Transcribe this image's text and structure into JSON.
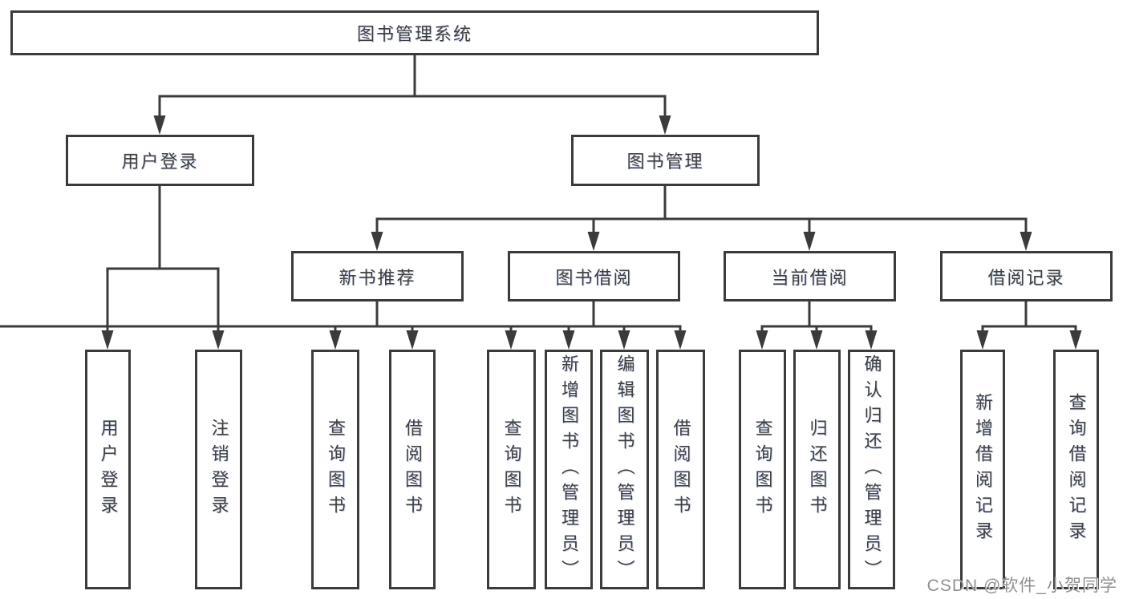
{
  "diagram": {
    "title": "图书管理系统",
    "root": {
      "label": "图书管理系统"
    },
    "level2": [
      {
        "id": "user-login",
        "label": "用户登录"
      },
      {
        "id": "book-management",
        "label": "图书管理"
      }
    ],
    "level3": [
      {
        "id": "new-book-recommend",
        "parent": "图书管理",
        "label": "新书推荐"
      },
      {
        "id": "book-borrow",
        "parent": "图书管理",
        "label": "图书借阅"
      },
      {
        "id": "current-borrow",
        "parent": "图书管理",
        "label": "当前借阅"
      },
      {
        "id": "borrow-records",
        "parent": "图书管理",
        "label": "借阅记录"
      }
    ],
    "leaves": [
      {
        "parent": "用户登录",
        "label": "用户登录"
      },
      {
        "parent": "用户登录",
        "label": "注销登录"
      },
      {
        "parent": "新书推荐",
        "label": "查询图书"
      },
      {
        "parent": "新书推荐",
        "label": "借阅图书"
      },
      {
        "parent": "图书借阅",
        "label": "查询图书"
      },
      {
        "parent": "图书借阅",
        "label": "新增图书（管理员）"
      },
      {
        "parent": "图书借阅",
        "label": "编辑图书（管理员）"
      },
      {
        "parent": "图书借阅",
        "label": "借阅图书"
      },
      {
        "parent": "当前借阅",
        "label": "查询图书"
      },
      {
        "parent": "当前借阅",
        "label": "归还图书"
      },
      {
        "parent": "当前借阅",
        "label": "确认归还（管理员）"
      },
      {
        "parent": "借阅记录",
        "label": "新增借阅记录"
      },
      {
        "parent": "借阅记录",
        "label": "查询借阅记录"
      }
    ]
  },
  "watermark": {
    "text": "CSDN @软件_小贺同学"
  },
  "colors": {
    "line": "#3b3b3b",
    "text": "#3f3f3f",
    "watermark": "#909090",
    "background": "#ffffff"
  }
}
